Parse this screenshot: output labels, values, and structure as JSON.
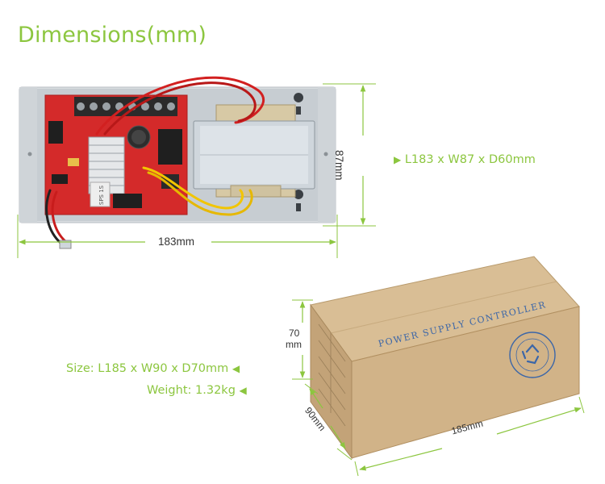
{
  "header": {
    "title": "Dimensions(mm)"
  },
  "controller": {
    "width_label": "183mm",
    "height_label": "87mm",
    "spec_text": "L183 x W87 x D60mm",
    "board_text": "SPS 1S"
  },
  "box": {
    "height_label_1": "70",
    "height_label_2": "mm",
    "depth_label": "90mm",
    "length_label": "185mm",
    "printed_title": "POWER SUPPLY CONTROLLER",
    "size_text": "Size: L185 x W90 x D70mm",
    "weight_text": "Weight: 1.32kg"
  },
  "colors": {
    "accent": "#8cc63f",
    "pcb": "#d42a2a",
    "cardboard": "#d1b388",
    "print_blue": "#3b66a8"
  },
  "icons": [
    "arrow-right-icon",
    "arrow-left-icon",
    "recycle-icon"
  ]
}
